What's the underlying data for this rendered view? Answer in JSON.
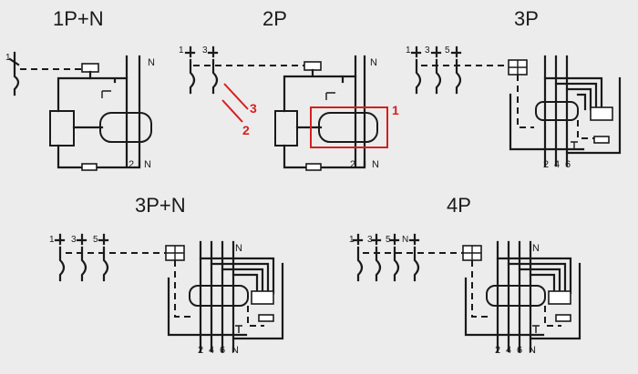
{
  "diagrams": [
    {
      "id": "1pn",
      "title": "1P+N",
      "poles": [
        "1"
      ],
      "terminals_top": [
        "N"
      ],
      "terminals_bottom": [
        "2",
        "N"
      ]
    },
    {
      "id": "2p",
      "title": "2P",
      "poles": [
        "1",
        "3"
      ],
      "terminals_top": [
        "N"
      ],
      "terminals_bottom": [
        "2",
        "N"
      ],
      "callouts": [
        "3",
        "2",
        "1"
      ]
    },
    {
      "id": "3p",
      "title": "3P",
      "poles": [
        "1",
        "3",
        "5"
      ],
      "terminals_bottom": [
        "2",
        "4",
        "6"
      ]
    },
    {
      "id": "3pn",
      "title": "3P+N",
      "poles": [
        "1",
        "3",
        "5"
      ],
      "terminals_top": [
        "N"
      ],
      "terminals_bottom": [
        "2",
        "4",
        "6",
        "N"
      ]
    },
    {
      "id": "4p",
      "title": "4P",
      "poles": [
        "1",
        "3",
        "5",
        "N"
      ],
      "terminals_top": [
        "N"
      ],
      "terminals_bottom": [
        "2",
        "4",
        "6",
        "N"
      ]
    }
  ],
  "colors": {
    "background": "#ececec",
    "line": "#1a1a1a",
    "highlight": "#d42020"
  }
}
